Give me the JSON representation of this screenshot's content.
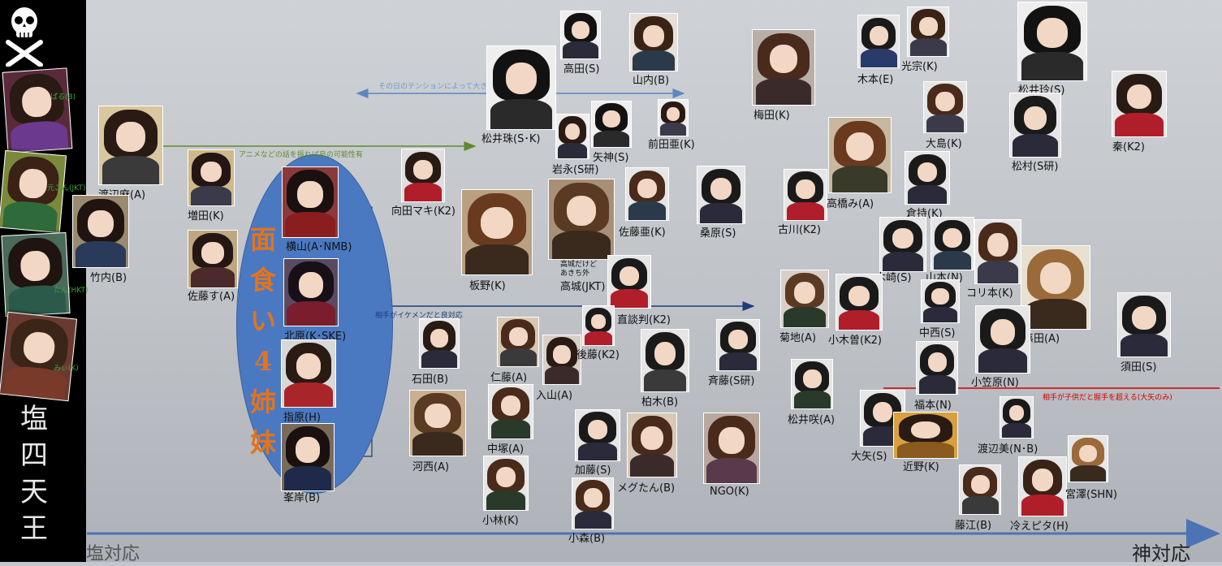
{
  "sidebar": {
    "title": "塩四天王",
    "members": [
      {
        "label": "ぱる(B)"
      },
      {
        "label": "元ごん(JKT)"
      },
      {
        "label": "たん(HKT)"
      },
      {
        "label": "みぃ(K)"
      }
    ]
  },
  "axis": {
    "left_label": "塩対応",
    "right_label": "神対応"
  },
  "group": {
    "title": "面食い4姉妹",
    "members": [
      "横山(A･NMB)",
      "北原(K･SKE)",
      "指原(H)",
      "峯岸(B)"
    ]
  },
  "annotations": [
    {
      "text": "その日のテンションによって大きく左右される模様",
      "color": "#6e9bd3"
    },
    {
      "text": "アニメなどの話を振れば良の可能性有",
      "color": "#5f8a2d"
    },
    {
      "text": "相手がイケメンだと良対応",
      "color": "#1c3c7c"
    },
    {
      "text": "相手が子供だと握手を超える(大矢のみ)",
      "color": "#d00000"
    }
  ],
  "members": [
    "渡辺麻(A)",
    "増田(K)",
    "竹内(B)",
    "佐藤す(A)",
    "向田マキ(K2)",
    "松井珠(S･K)",
    "高田(S)",
    "山内(B)",
    "矢神(S)",
    "岩永(S研)",
    "前田亜(K)",
    "梅田(K)",
    "木本(E)",
    "光宗(K)",
    "松井玲(S)",
    "秦(K2)",
    "大島(K)",
    "松村(S研)",
    "高橋み(A)",
    "倉持(K)",
    "古川(K2)",
    "桑原(S)",
    "佐藤亜(K)",
    "板野(K)",
    "高城(JKT)",
    "直談判(K2)",
    "木崎(S)",
    "山本(N)",
    "コリ本(K)",
    "篠田(A)",
    "菊地(A)",
    "小木曽(K2)",
    "中西(S)",
    "須田(S)",
    "石田(B)",
    "仁藤(A)",
    "入山(A)",
    "後藤(K2)",
    "柏木(B)",
    "斉藤(S研)",
    "小笠原(N)",
    "福本(N)",
    "松井咲(A)",
    "河西(A)",
    "中塚(A)",
    "加藤(S)",
    "メグたん(B)",
    "NGO(K)",
    "大矢(S)",
    "近野(K)",
    "渡辺美(N･B)",
    "小林(K)",
    "小森(B)",
    "藤江(B)",
    "冷えピタ(H)",
    "宮澤(SHN)"
  ],
  "extra_notes": [
    "高城だけど",
    "あきち外"
  ]
}
